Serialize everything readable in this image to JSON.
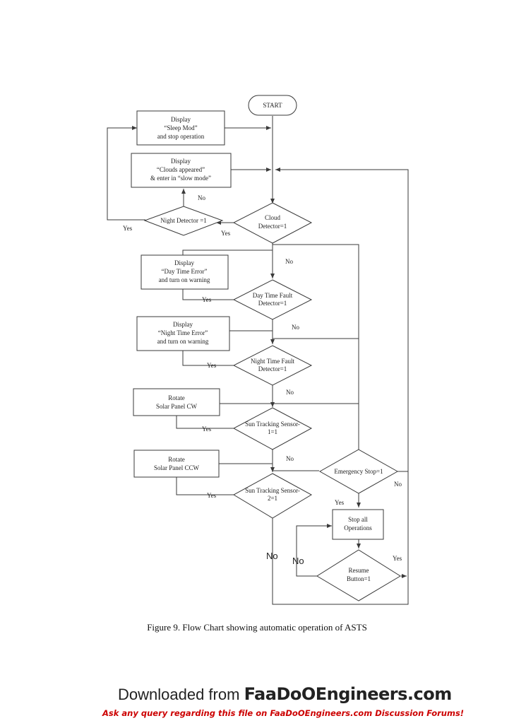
{
  "nodes": {
    "start": [
      "START"
    ],
    "sleep_box": [
      "Display",
      "“Sleep Mod”",
      "and stop operation"
    ],
    "clouds_box": [
      "Display",
      "“Clouds appeared”",
      "& enter in “slow mode”"
    ],
    "cloud_detector": [
      "Cloud",
      "Detector=1"
    ],
    "night_detector": [
      "Night Detector =1"
    ],
    "daytime_box": [
      "Display",
      "“Day Time Error”",
      "and turn on warning"
    ],
    "daytime_fault": [
      "Day Time Fault",
      "Detector=1"
    ],
    "nighttime_box": [
      "Display",
      "“Night Time Error”",
      "and turn on warning"
    ],
    "nighttime_fault": [
      "Night Time Fault",
      "Detector=1"
    ],
    "rotate_cw": [
      "Rotate",
      "Solar Panel CW"
    ],
    "sensor1": [
      "Sun Tracking Sensor-",
      "1=1"
    ],
    "rotate_ccw": [
      "Rotate",
      "Solar Panel CCW"
    ],
    "sensor2": [
      "Sun Tracking Sensor-",
      "2=1"
    ],
    "emergency": [
      "Emergency Stop=1"
    ],
    "stop_all": [
      "Stop all",
      "Operations"
    ],
    "resume": [
      "Resume",
      "Button=1"
    ]
  },
  "edge_labels": {
    "night_no": "No",
    "night_yes": "Yes",
    "cloud_yes": "Yes",
    "cloud_no": "No",
    "day_yes": "Yes",
    "day_no": "No",
    "night_fault_yes": "Yes",
    "night_fault_no": "No",
    "sensor1_yes": "Yes",
    "sensor1_no": "No",
    "sensor2_yes": "Yes",
    "sensor2_no": "No",
    "emergency_no": "No",
    "emergency_yes": "Yes",
    "resume_no": "No",
    "resume_yes": "Yes"
  },
  "caption": "Figure 9. Flow Chart showing automatic operation of ASTS",
  "banner": {
    "downloaded": "Downloaded from",
    "site": "FaaDoOEngineers.com",
    "query": "Ask any query regarding this file on FaaDoOEngineers.com Discussion Forums!"
  },
  "colors": {
    "line": "#3a3a3a",
    "banner_red": "#cc0000"
  }
}
